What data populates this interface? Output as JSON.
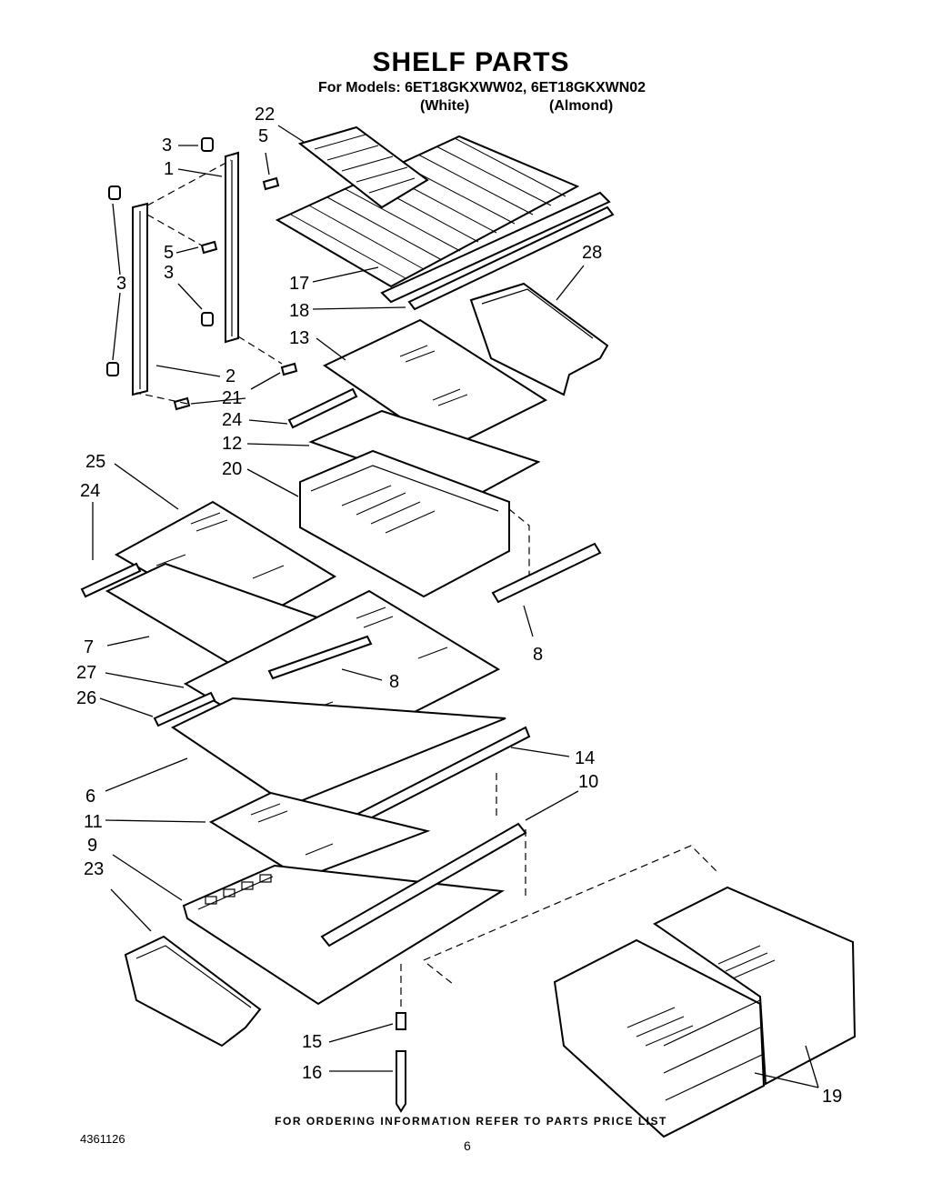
{
  "header": {
    "title": "SHELF PARTS",
    "models_line": "For Models: 6ET18GKXWW02,  6ET18GKXWN02",
    "variant_white": "(White)",
    "variant_almond": "(Almond)"
  },
  "footer": {
    "ordering_note": "FOR ORDERING INFORMATION REFER TO PARTS PRICE LIST",
    "document_number": "4361126",
    "page_number": "6"
  },
  "callouts": {
    "c22": "22",
    "c3a": "3",
    "c5a": "5",
    "c1": "1",
    "c5b": "5",
    "c3b": "3",
    "c3c": "3",
    "c2": "2",
    "c21": "21",
    "c17": "17",
    "c18": "18",
    "c28": "28",
    "c13": "13",
    "c24a": "24",
    "c12": "12",
    "c20": "20",
    "c25": "25",
    "c24b": "24",
    "c7": "7",
    "c8a": "8",
    "c8b": "8",
    "c27": "27",
    "c26": "26",
    "c14": "14",
    "c6": "6",
    "c10": "10",
    "c11": "11",
    "c9": "9",
    "c23": "23",
    "c15": "15",
    "c16": "16",
    "c19": "19"
  }
}
